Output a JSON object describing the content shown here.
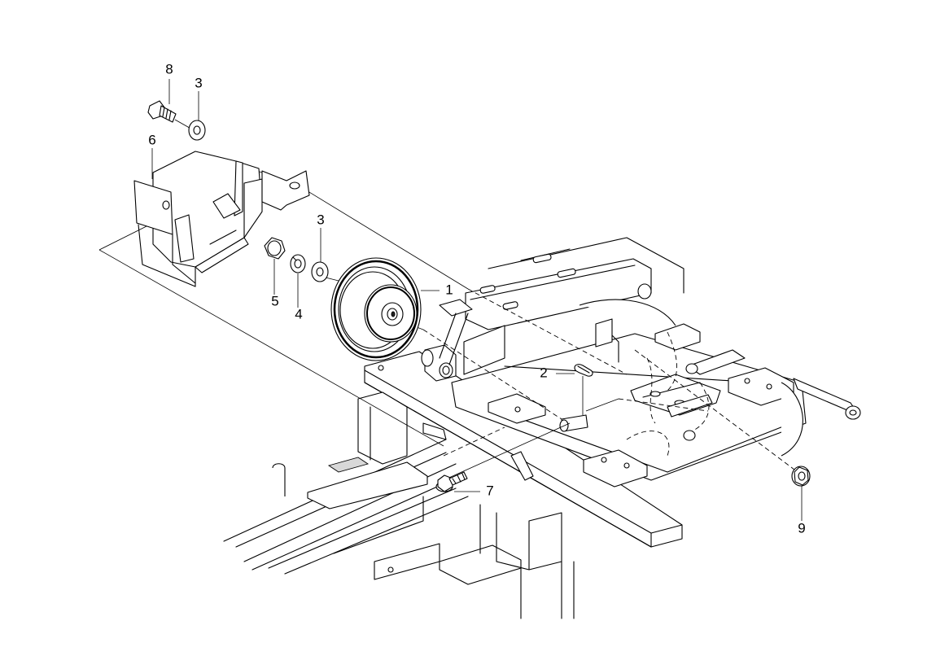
{
  "parts": [
    {
      "id": "part-1",
      "label": "1",
      "name": "pulley"
    },
    {
      "id": "part-2",
      "label": "2",
      "name": "key"
    },
    {
      "id": "part-3a",
      "label": "3",
      "name": "flat-washer-upper"
    },
    {
      "id": "part-3b",
      "label": "3",
      "name": "flat-washer-lower"
    },
    {
      "id": "part-4",
      "label": "4",
      "name": "lock-washer"
    },
    {
      "id": "part-5",
      "label": "5",
      "name": "nut"
    },
    {
      "id": "part-6",
      "label": "6",
      "name": "pulley-guard"
    },
    {
      "id": "part-7",
      "label": "7",
      "name": "flange-bolt"
    },
    {
      "id": "part-8",
      "label": "8",
      "name": "bolt"
    },
    {
      "id": "part-9",
      "label": "9",
      "name": "flange-nut"
    }
  ],
  "colors": {
    "line": "#000000",
    "background": "#ffffff",
    "shade": "#d8d8d8"
  }
}
